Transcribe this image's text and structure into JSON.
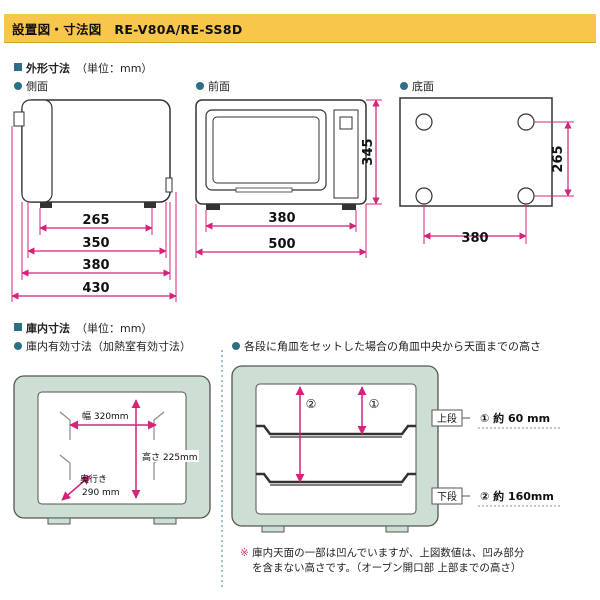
{
  "title": "設置図・寸法図　RE-V80A/RE-SS8D",
  "outer": {
    "heading": "外形寸法",
    "unit": "（単位：mm）",
    "side_label": "側面",
    "front_label": "前面",
    "bottom_label": "底面",
    "side_dims": [
      "265",
      "350",
      "380",
      "430"
    ],
    "front_dims": {
      "height": "345",
      "width_inner": "380",
      "width_outer": "500"
    },
    "bottom_dims": {
      "height": "265",
      "width": "380"
    }
  },
  "inner": {
    "heading": "庫内寸法",
    "unit": "（単位：mm）",
    "effective_label": "庫内有効寸法（加熱室有効寸法）",
    "tray_label": "各段に角皿をセットした場合の角皿中央から天面までの高さ",
    "width_text": "幅 320mm",
    "height_text": "高さ 225mm",
    "depth_text": "奥行き",
    "depth_value": "290 mm",
    "marker_2": "②",
    "marker_1": "①",
    "upper_label": "上段",
    "lower_label": "下段",
    "upper_value": "① 約 60 mm",
    "lower_value": "② 約 160mm"
  },
  "note": {
    "mark": "※",
    "line1": "庫内天面の一部は凹んでいますが、上図数値は、凹み部分",
    "line2": "を含まない高さです。（オーブン開口部 上部までの高さ）"
  },
  "colors": {
    "accent": "#d4237a",
    "header": "#f7c64a",
    "oven_fill": "#cddfd2",
    "bullet": "#2e6f86"
  }
}
